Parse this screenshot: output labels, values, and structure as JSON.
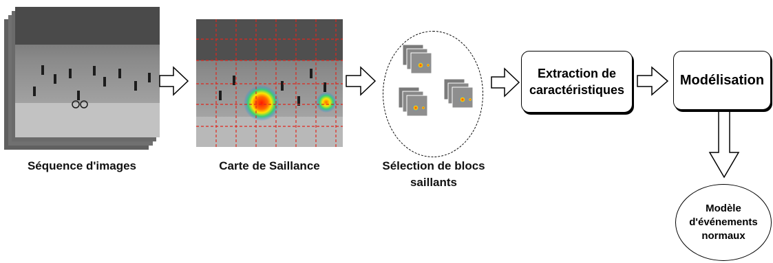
{
  "labels": {
    "sequence": "Séquence d'images",
    "saliency_map": "Carte de Saillance",
    "block_selection_line1": "Sélection de blocs",
    "block_selection_line2": "saillants"
  },
  "boxes": {
    "extraction_line1": "Extraction de",
    "extraction_line2": "caractéristiques",
    "modelisation": "Modélisation"
  },
  "output": {
    "line1": "Modèle",
    "line2": "d'événements",
    "line3": "normaux"
  },
  "colors": {
    "heat_hot": "#ff2a00",
    "heat_mid": "#ffe600",
    "heat_cool": "#2a7fff",
    "grid": "#e0261c",
    "frame_gray": "#7d7d7d"
  }
}
